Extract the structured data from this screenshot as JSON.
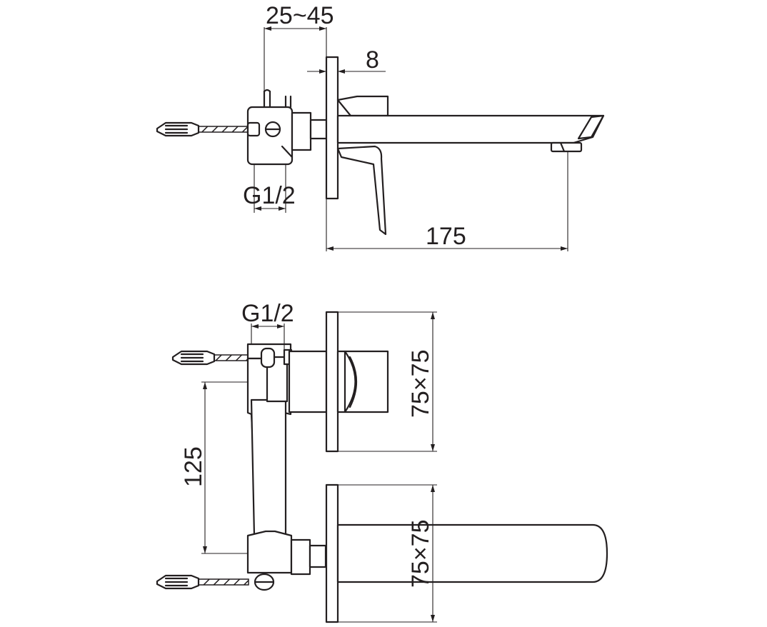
{
  "dimensions": {
    "wall_range": "25~45",
    "plate_thickness": "8",
    "thread_top_view": "G1/2",
    "spout_length": "175",
    "thread_front_view": "G1/2",
    "plate_size_upper": "75×75",
    "handle_spacing": "125",
    "plate_size_lower": "75×75"
  },
  "colors": {
    "line": "#231f20",
    "background": "#ffffff"
  }
}
